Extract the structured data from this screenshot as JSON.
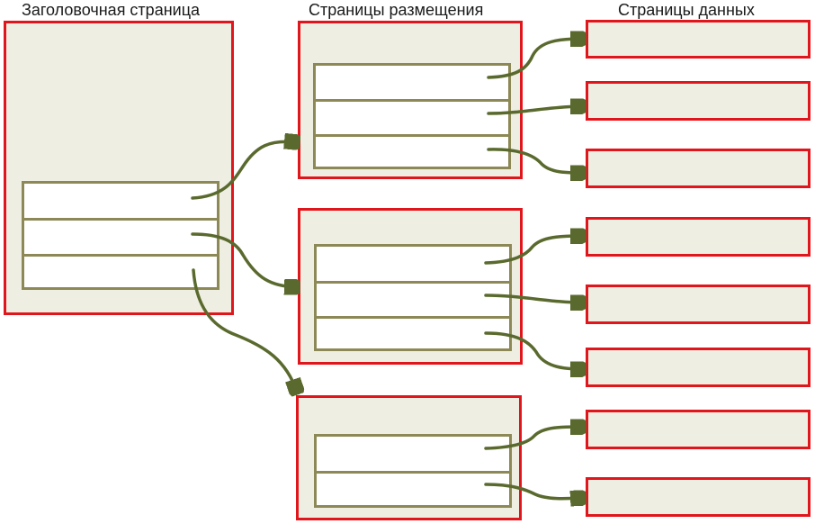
{
  "titles": {
    "header": "Заголовочная страница",
    "placement": "Страницы размещения",
    "data": "Страницы данных"
  },
  "colors": {
    "page_border": "#e1161c",
    "page_fill": "#eeefe2",
    "slot_border": "#8d8957",
    "slot_fill": "#ffffff",
    "arrow": "#5a6a2e"
  }
}
